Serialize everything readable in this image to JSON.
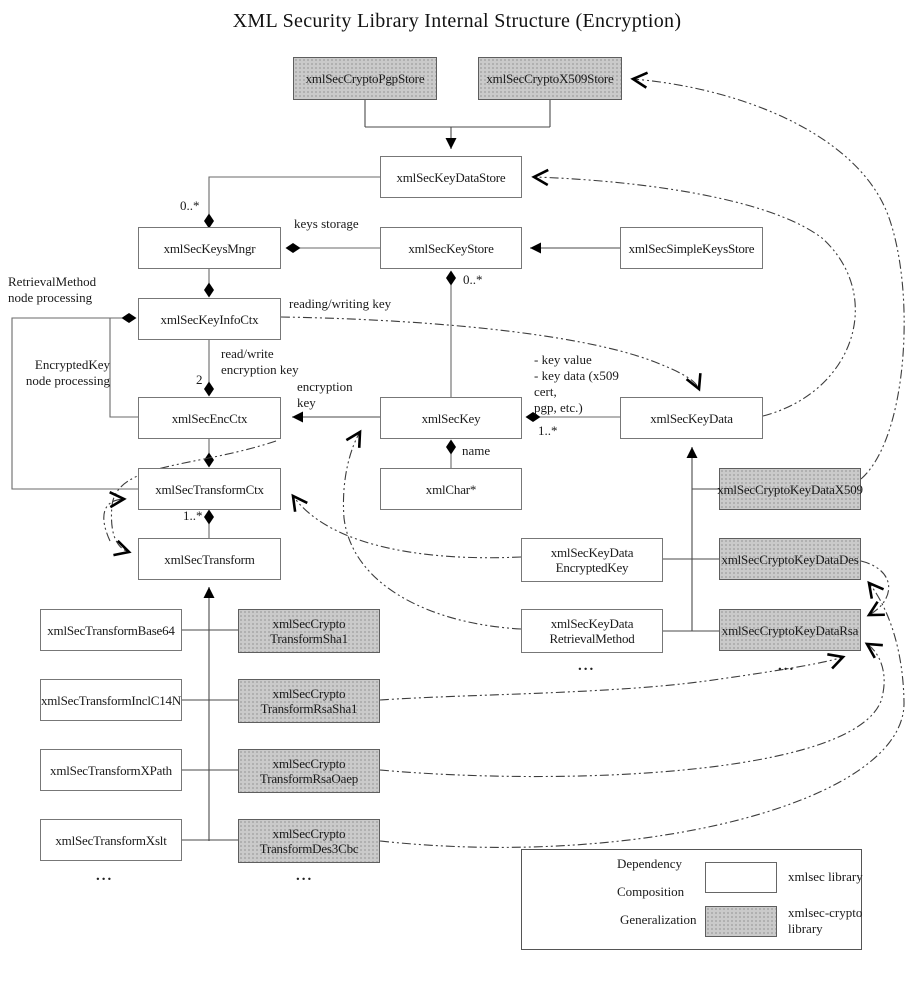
{
  "title": "XML Security Library Internal Structure (Encryption)",
  "colors": {
    "cryptoBoxFill": "#cacaca",
    "xmlsecBoxFill": "#ffffff",
    "line": "#3c3c3c"
  },
  "nodes": {
    "cryptoPgpStore": {
      "label": "xmlSecCryptoPgpStore"
    },
    "cryptoX509Store": {
      "label": "xmlSecCryptoX509Store"
    },
    "keyDataStore": {
      "label": "xmlSecKeyDataStore"
    },
    "keysMngr": {
      "label": "xmlSecKeysMngr"
    },
    "keyStore": {
      "label": "xmlSecKeyStore"
    },
    "simpleKeysStore": {
      "label": "xmlSecSimpleKeysStore"
    },
    "keyInfoCtx": {
      "label": "xmlSecKeyInfoCtx"
    },
    "encCtx": {
      "label": "xmlSecEncCtx"
    },
    "key": {
      "label": "xmlSecKey"
    },
    "keyData": {
      "label": "xmlSecKeyData"
    },
    "transformCtx": {
      "label": "xmlSecTransformCtx"
    },
    "xmlChar": {
      "label": "xmlChar*"
    },
    "transform": {
      "label": "xmlSecTransform"
    },
    "keyDataEncryptedKey": {
      "line1": "xmlSecKeyData",
      "line2": "EncryptedKey"
    },
    "keyDataRetrievalMethod": {
      "line1": "xmlSecKeyData",
      "line2": "RetrievalMethod"
    },
    "cryptoKeyDataX509": {
      "label": "xmlSecCryptoKeyDataX509"
    },
    "cryptoKeyDataDes": {
      "label": "xmlSecCryptoKeyDataDes"
    },
    "cryptoKeyDataRsa": {
      "label": "xmlSecCryptoKeyDataRsa"
    },
    "transformBase64": {
      "label": "xmlSecTransformBase64"
    },
    "transformInclC14N": {
      "label": "xmlSecTransformInclC14N"
    },
    "transformXPath": {
      "label": "xmlSecTransformXPath"
    },
    "transformXslt": {
      "label": "xmlSecTransformXslt"
    },
    "cryptoTransformSha1": {
      "line1": "xmlSecCrypto",
      "line2": "TransformSha1"
    },
    "cryptoTransformRsaSha1": {
      "line1": "xmlSecCrypto",
      "line2": "TransformRsaSha1"
    },
    "cryptoTransformRsaOaep": {
      "line1": "xmlSecCrypto",
      "line2": "TransformRsaOaep"
    },
    "cryptoTransformDes3Cbc": {
      "line1": "xmlSecCrypto",
      "line2": "TransformDes3Cbc"
    }
  },
  "labels": {
    "multKeysMngr": "0..*",
    "keysStorage": "keys storage",
    "multKeyStore": "0..*",
    "retrieval1": "RetrievalMethod",
    "retrieval2": "node processing",
    "readingWritingKey": "reading/writing key",
    "readWrite1": "read/write",
    "readWrite2": "encryption key",
    "encNote1": "EncryptedKey",
    "encNote2": "node processing",
    "two": "2",
    "encKey1": "encryption",
    "encKey2": "key",
    "keyVal1": "- key value",
    "keyVal2": "- key data (x509",
    "keyVal3": "cert,",
    "keyVal4": "pgp, etc.)",
    "multKey": "1..*",
    "name": "name",
    "multTransformCtx": "1..*",
    "dotsA": "...",
    "dotsB": "...",
    "dotsC": "...",
    "dotsD": "..."
  },
  "legend": {
    "dependency": "Dependency",
    "composition": "Composition",
    "generalization": "Generalization",
    "xmlsecLib": "xmlsec library",
    "cryptoLib1": "xmlsec-crypto",
    "cryptoLib2": "library"
  }
}
